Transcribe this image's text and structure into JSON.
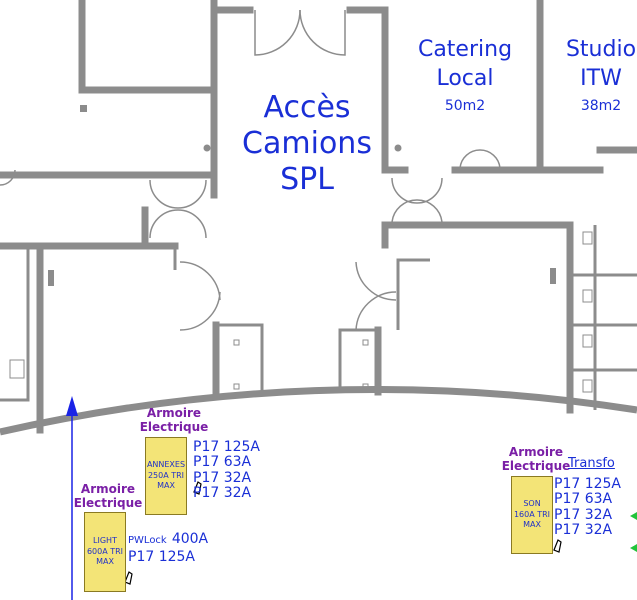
{
  "rooms": {
    "acces": [
      "Accès",
      "Camions",
      "SPL"
    ],
    "catering": {
      "name": [
        "Catering",
        "Local"
      ],
      "area": "50m2"
    },
    "studio": {
      "name": [
        "Studio",
        "ITW"
      ],
      "area": "38m2"
    }
  },
  "cabinets": [
    {
      "title": [
        "Armoire",
        "Electrique"
      ],
      "box_label": "ANNEXES\n250A TRI\nMAX",
      "circuits": [
        "P17 125A",
        "P17 63A",
        "P17 32A",
        "P17 32A"
      ]
    },
    {
      "title": [
        "Armoire",
        "Electrique"
      ],
      "box_label": "LIGHT\n600A TRI\nMAX",
      "pwlock_label": "PWLock",
      "pwlock_value": "400A",
      "circuits": [
        "P17 125A"
      ]
    },
    {
      "title": [
        "Armoire",
        "Electrique"
      ],
      "box_label": "SON\n160A TRI\nMAX",
      "transfo": "Transfo",
      "circuits": [
        "P17 125A",
        "P17 63A",
        "P17 32A",
        "P17 32A"
      ]
    }
  ],
  "colors": {
    "wall": "#8c8c8c",
    "label_blue": "#1a2fd6",
    "title_purple": "#7a1fa6",
    "cabinet_fill": "#f3e477",
    "marker_blue": "#1a23e6"
  }
}
